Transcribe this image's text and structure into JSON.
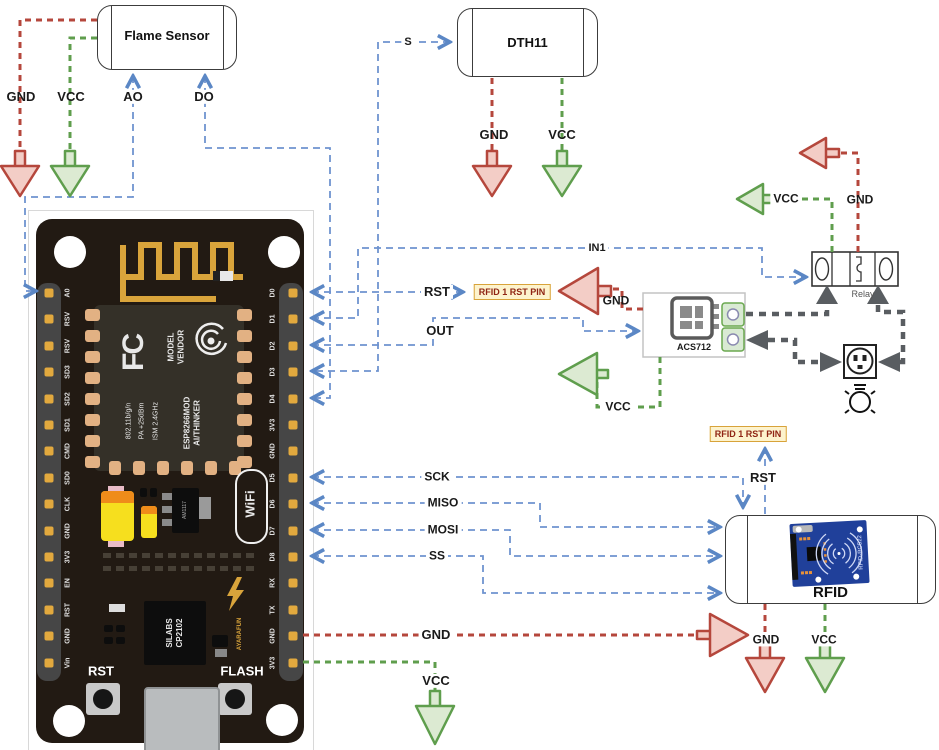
{
  "colors": {
    "wire_signal": "#6f93cf",
    "wire_gnd": "#b5473c",
    "wire_vcc": "#5f9e4d",
    "wire_load": "#595d61",
    "arrow_gnd_fill": "#f3cdc6",
    "arrow_vcc_fill": "#dcead2",
    "badge_bg": "#fdf3cd",
    "badge_text": "#8f2413"
  },
  "flame_sensor": {
    "title": "Flame Sensor",
    "gnd": "GND",
    "vcc": "VCC",
    "ao": "AO",
    "do": "DO"
  },
  "dth11": {
    "title": "DTH11",
    "signal": "S",
    "gnd": "GND",
    "vcc": "VCC"
  },
  "relay": {
    "label": "Relay",
    "vcc": "VCC",
    "gnd": "GND",
    "in1": "IN1"
  },
  "acs712": {
    "label": "ACS712",
    "gnd": "GND",
    "vcc": "VCC",
    "out": "OUT"
  },
  "rfid": {
    "title": "RFID",
    "rst": "RST",
    "gnd": "GND",
    "vcc": "VCC",
    "chip_label": "RFID-RC522"
  },
  "badges": {
    "rfid1_rst_pin_1": "RFID 1 RST PIN",
    "rfid1_rst_pin_2": "RFID 1 RST PIN"
  },
  "spi": {
    "sck": "SCK",
    "miso": "MISO",
    "mosi": "MOSI",
    "ss": "SS"
  },
  "board": {
    "rst_wire_label": "RST",
    "gnd_wire_label": "GND",
    "vcc_wire_label": "VCC",
    "left_pins": [
      "A0",
      "RSV",
      "RSV",
      "SD3",
      "SD2",
      "SD1",
      "CMD",
      "SD0",
      "CLK",
      "GND",
      "3V3",
      "EN",
      "RST",
      "GND",
      "Vin"
    ],
    "right_pins": [
      "D0",
      "D1",
      "D2",
      "D3",
      "D4",
      "3V3",
      "GND",
      "D5",
      "D6",
      "D7",
      "D8",
      "RX",
      "TX",
      "GND",
      "3V3"
    ],
    "rst_button": "RST",
    "flash_button": "FLASH",
    "module": {
      "fcc": "FC",
      "model": "MODEL",
      "vendor": "VENDOR",
      "maker": "AI/THINKER",
      "chip": "ESP8266MOD",
      "ism": "ISM 2.4GHz",
      "pa": "PA +25dBm",
      "std": "802.11b/g/n",
      "wifi_logo": "WiFi"
    },
    "usb_chip": {
      "brand": "SILABS",
      "part": "CP2102"
    },
    "regulator": "AM1117",
    "vendor_text": "AYARAFUN"
  }
}
